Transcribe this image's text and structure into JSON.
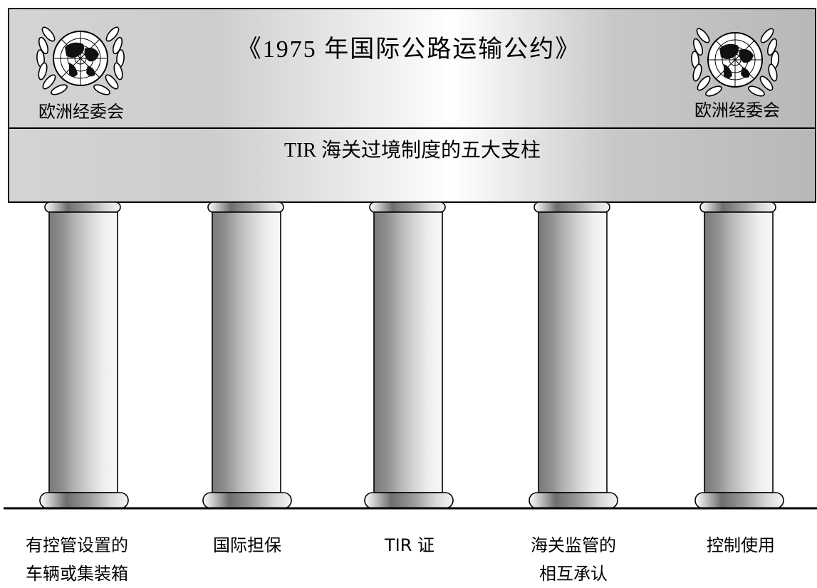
{
  "header": {
    "title": "《1975 年国际公路运输公约》",
    "left_emblem_caption": "欧洲经委会",
    "right_emblem_caption": "欧洲经委会",
    "subtitle": "TIR 海关过境制度的五大支柱"
  },
  "pillars": [
    {
      "line1": "有控管设置的",
      "line2": "车辆或集装箱"
    },
    {
      "line1": "国际担保",
      "line2": ""
    },
    {
      "line1": "TIR 证",
      "line2": ""
    },
    {
      "line1": "海关监管的",
      "line2": "相互承认"
    },
    {
      "line1": "控制使用",
      "line2": ""
    }
  ],
  "colors": {
    "stroke": "#000000",
    "background": "#ffffff"
  },
  "icons": {
    "emblem": "un-emblem-icon"
  }
}
